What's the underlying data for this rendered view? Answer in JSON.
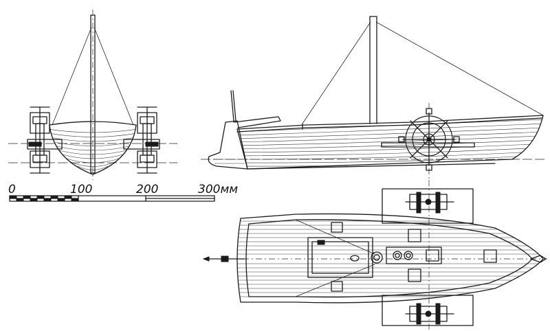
{
  "scale_bar": {
    "labels": [
      "0",
      "100",
      "200",
      "300мм"
    ]
  },
  "views": [
    "front-view",
    "side-view",
    "top-view"
  ]
}
